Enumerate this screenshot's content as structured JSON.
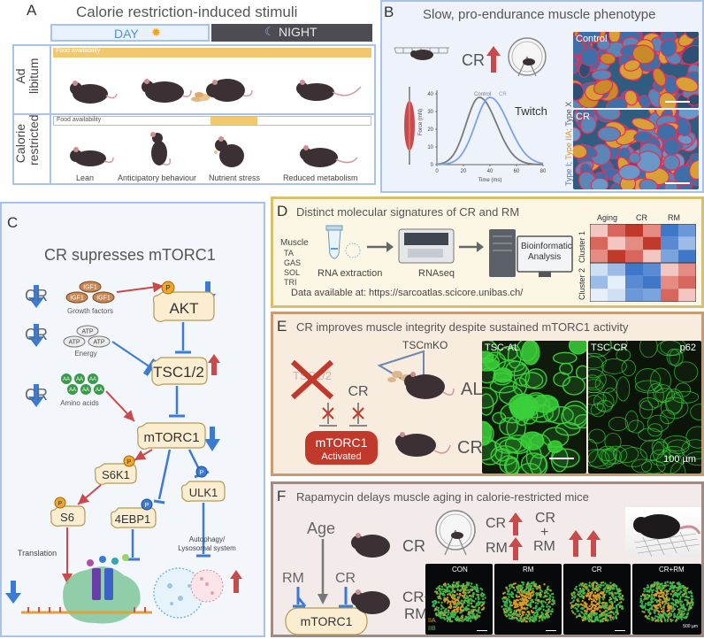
{
  "panelA": {
    "letter": "A",
    "title": "Calorie restriction-induced stimuli",
    "day": "DAY",
    "night": "NIGHT",
    "row1_label_line1": "Ad",
    "row1_label_line2": "libitum",
    "row2_label_line1": "Calorie",
    "row2_label_line2": "restricted",
    "food_availability_1": "Food availability",
    "food_availability_2": "Food availability",
    "captions": [
      "Lean",
      "Anticipatory behaviour",
      "Nutrient stress",
      "Reduced metabolism"
    ]
  },
  "panelB": {
    "letter": "B",
    "title": "Slow, pro-endurance muscle phenotype",
    "cr": "CR",
    "twitch": "Twitch",
    "legend_control": "Control",
    "legend_cr": "CR",
    "ylabel": "Force (mN)",
    "xlabel": "Time (ms)",
    "yticks": [
      "0",
      "10",
      "20",
      "30",
      "40"
    ],
    "xticks": [
      "0",
      "20",
      "40",
      "60",
      "80"
    ],
    "img_control": "Control",
    "img_cr": "CR",
    "fiber_label_1": "Type I;",
    "fiber_label_2": "Type IIA;",
    "fiber_label_3": "Type X",
    "colors": {
      "control": "#7a7a7a",
      "cr": "#7ba2e8",
      "type1": "#4f6fd6",
      "type2a": "#e0a020",
      "type2x": "#555555"
    }
  },
  "panelC": {
    "letter": "C",
    "title": "CR supresses mTORC1",
    "cr1": "CR",
    "cr2": "CR",
    "cr3": "CR",
    "igf": [
      "IGF1",
      "IGF1",
      "IGF1"
    ],
    "growth_factors": "Growth factors",
    "atp": [
      "ATP",
      "ATP",
      "ATP"
    ],
    "energy": "Energy",
    "aa": [
      "AA",
      "AA",
      "AA",
      "AA",
      "AA",
      "AA"
    ],
    "amino_acids": "Amino acids",
    "akt": "AKT",
    "tsc": "TSC1/2",
    "mtorc1": "mTORC1",
    "s6k1": "S6K1",
    "s6": "S6",
    "eb": "4EBP1",
    "ulk1": "ULK1",
    "p": "P",
    "translation": "Translation",
    "autophagy_line1": "Autophagy/",
    "autophagy_line2": "Lysosomal system"
  },
  "panelD": {
    "letter": "D",
    "title": "Distinct molecular signatures of CR and RM",
    "muscle": "Muscle",
    "muscles": [
      "TA",
      "GAS",
      "SOL",
      "TRI"
    ],
    "rna_extraction": "RNA extraction",
    "rnaseq": "RNAseq",
    "bio_line1": "Bioinformatic",
    "bio_line2": "Analysis",
    "data_available": "Data available at: https://sarcoatlas.scicore.unibas.ch/",
    "heat_cols": [
      "Aging",
      "CR",
      "RM"
    ],
    "cluster1": "Cluster 1",
    "cluster2": "Cluster 2"
  },
  "panelE": {
    "letter": "E",
    "title": "CR improves muscle integrity despite sustained mTORC1 activity",
    "tsc_faded": "TSC1/2",
    "cr": "CR",
    "tscmko": "TSCmKO",
    "al": "AL",
    "cr2": "CR",
    "mtorc1": "mTORC1",
    "activated": "Activated",
    "img1": "TSC-AL",
    "img2": "TSC-CR",
    "img2b": "p62",
    "scale": "100 µm"
  },
  "panelF": {
    "letter": "F",
    "title": "Rapamycin delays muscle aging in calorie-restricted mice",
    "age": "Age",
    "rm": "RM",
    "cr": "CR",
    "mtorc1": "mTORC1",
    "mouse_cr": "CR",
    "mouse_crrm_1": "CR+",
    "mouse_crrm_2": "RM",
    "grid_cr": "CR",
    "grid_rm": "RM",
    "grid_cr2": "CR",
    "grid_plus": "+",
    "grid_rm2": "RM",
    "imgs": [
      "CON",
      "RM",
      "CR",
      "CR+RM"
    ],
    "iia": "IIA",
    "iib": "IIB",
    "scale": "500 µm"
  }
}
